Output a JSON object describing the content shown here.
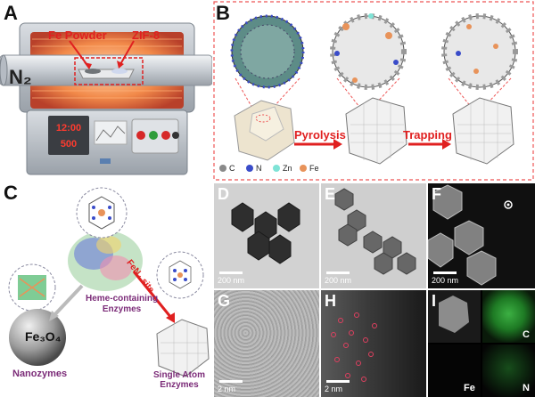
{
  "panels": {
    "a": {
      "letter": "A",
      "gas": "N₂",
      "fe_label": "Fe Powder",
      "zif_label": "ZIF-8",
      "display1": "12:00",
      "display2": "500"
    },
    "b": {
      "letter": "B",
      "pyrolysis": "Pyrolysis",
      "trapping": "Trapping",
      "legend": [
        {
          "label": "C",
          "color": "#8a8a8a"
        },
        {
          "label": "N",
          "color": "#3a4cc9"
        },
        {
          "label": "Zn",
          "color": "#7fe3d6"
        },
        {
          "label": "Fe",
          "color": "#e8935a"
        }
      ]
    },
    "c": {
      "letter": "C",
      "fen_site": "FeN₄ site",
      "heme_label": "Heme-containing\nEnzymes",
      "fe3o4": "Fe₃O₄",
      "nanozymes": "Nanozymes",
      "single_atom": "Single Atom\nEnzymes"
    },
    "tem": [
      {
        "letter": "D",
        "scale": "200 nm"
      },
      {
        "letter": "E",
        "scale": "200 nm"
      },
      {
        "letter": "F",
        "scale": "200 nm"
      },
      {
        "letter": "G",
        "scale": "2 nm"
      },
      {
        "letter": "H",
        "scale": "2 nm"
      },
      {
        "letter": "I",
        "map_c": "C",
        "map_fe": "Fe",
        "map_n": "N"
      }
    ]
  }
}
